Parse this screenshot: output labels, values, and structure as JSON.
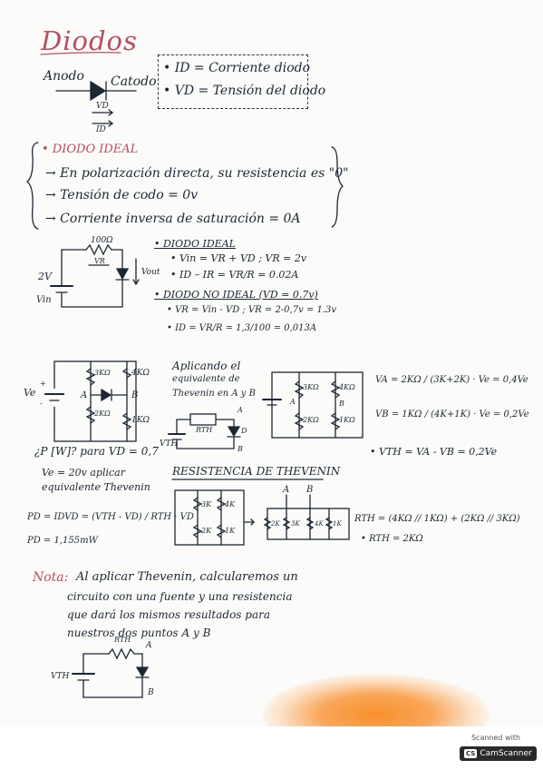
{
  "title": "Diodos",
  "symbol": {
    "anode": "Anodo",
    "cathode": "Catodo",
    "vd": "VD",
    "id": "ID"
  },
  "definitions": [
    "• ID = Corriente diodo",
    "• VD = Tensión del diodo"
  ],
  "ideal_diode": {
    "heading": "• DIODO IDEAL",
    "lines": [
      "→ En polarización directa, su resistencia es \"0\"",
      "→ Tensión de codo = 0v",
      "→ Corriente inversa de saturación = 0A"
    ]
  },
  "circuit1": {
    "resistor": "100Ω",
    "vr": "VR",
    "source": "2V",
    "vin": "Vin",
    "vout": "Vout"
  },
  "ideal_calc": {
    "heading": "• DIODO IDEAL",
    "l1": "• Vin = VR + VD ; VR = 2v",
    "l2": "• ID – IR = VR/R = 0.02A",
    "heading2": "• DIODO NO IDEAL (VD = 0.7v)",
    "l3": "• VR = Vin - VD ; VR = 2-0,7v = 1.3v",
    "l4": "• ID = VR/R = 1,3/100 = 0,013A"
  },
  "circuit2": {
    "r1": "3KΩ",
    "r2": "4KΩ",
    "r3": "2KΩ",
    "r4": "1KΩ",
    "a": "A",
    "b": "B",
    "ve": "Ve",
    "plus": "+",
    "minus": "-"
  },
  "thevenin_note": {
    "l1": "Aplicando el",
    "l2": "equivalente de",
    "l3": "Thevenin en A y B",
    "rth": "RTH",
    "a": "A",
    "b": "B",
    "d": "D",
    "vth": "VTH"
  },
  "circuit3": {
    "r1": "3KΩ",
    "r2": "4KΩ",
    "r3": "2KΩ",
    "r4": "1KΩ",
    "a": "A",
    "b": "B"
  },
  "formulas_right": {
    "va": "VA = 2KΩ / (3K+2K) · Ve = 0,4Ve",
    "vb": "VB = 1KΩ / (4K+1K) · Ve = 0,2Ve",
    "vth": "• VTH = VA - VB = 0,2Ve"
  },
  "power_question": {
    "q": "¿P [W]? para VD = 0,7",
    "l1": "Ve = 20v aplicar",
    "l2": "equivalente Thevenin",
    "pd": "PD = IDVD = (VTH - VD) / RTH · VD",
    "result": "PD = 1,155mW"
  },
  "thevenin_resistance": {
    "heading": "RESISTENCIA DE THEVENIN",
    "a": "A",
    "b": "B",
    "r1": "3K",
    "r2": "4K",
    "r3": "2K",
    "r4": "1K",
    "s1": "2K",
    "s2": "3K",
    "s3": "4K",
    "s4": "1K",
    "rth": "RTH = (4KΩ // 1KΩ) + (2KΩ // 3KΩ)",
    "rth_result": "• RTH = 2KΩ"
  },
  "nota": {
    "label": "Nota:",
    "l1": "Al aplicar Thevenin, calcularemos un",
    "l2": "circuito con una fuente y una resistencia",
    "l3": "que dará los mismos resultados para",
    "l4": "nuestros dos puntos A y B"
  },
  "final_circuit": {
    "rth": "RTH",
    "a": "A",
    "b": "B",
    "vth": "VTH"
  },
  "scanner": {
    "line1": "Scanned with",
    "badge": "CS",
    "line2": "CamScanner"
  }
}
